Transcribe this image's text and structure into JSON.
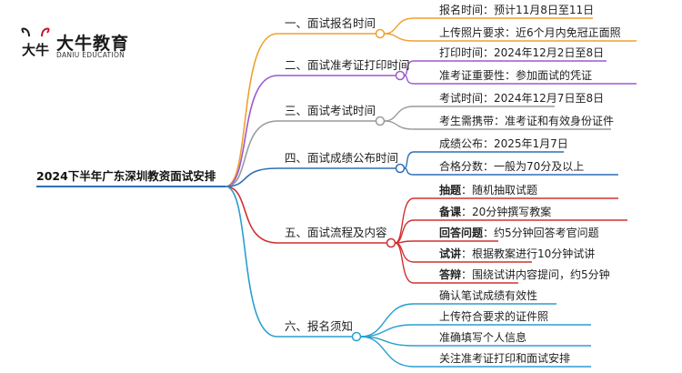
{
  "logo": {
    "mark_text": "大牛",
    "name": "大牛教育",
    "subtitle": "DANIU EDUCATION",
    "accent": "#c8102e"
  },
  "root": {
    "label": "2024下半年广东深圳教资面试安排"
  },
  "branches": [
    {
      "label": "一、面试报名时间",
      "color": "#f0a030",
      "leaves": [
        {
          "bold": "",
          "text": "报名时间：预计11月8日至11日"
        },
        {
          "bold": "",
          "text": "上传照片要求：近6个月内免冠正面照"
        }
      ]
    },
    {
      "label": "二、面试准考证打印时间",
      "color": "#9b59d0",
      "leaves": [
        {
          "bold": "",
          "text": "打印时间：2024年12月2日至8日"
        },
        {
          "bold": "",
          "text": "准考证重要性：参加面试的凭证"
        }
      ]
    },
    {
      "label": "三、面试考试时间",
      "color": "#9a9a9a",
      "leaves": [
        {
          "bold": "",
          "text": "考试时间：2024年12月7日至8日"
        },
        {
          "bold": "",
          "text": "考生需携带：准考证和有效身份证件"
        }
      ]
    },
    {
      "label": "四、面试成绩公布时间",
      "color": "#2e6fb5",
      "leaves": [
        {
          "bold": "",
          "text": "成绩公布：2025年1月7日"
        },
        {
          "bold": "",
          "text": "合格分数：一般为70分及以上"
        }
      ]
    },
    {
      "label": "五、面试流程及内容",
      "color": "#d03030",
      "leaves": [
        {
          "bold": "抽题",
          "text": "：随机抽取试题"
        },
        {
          "bold": "备课",
          "text": "：20分钟撰写教案"
        },
        {
          "bold": "回答问题",
          "text": "：约5分钟回答考官问题"
        },
        {
          "bold": "试讲",
          "text": "：根据教案进行10分钟试讲"
        },
        {
          "bold": "答辩",
          "text": "：围绕试讲内容提问，约5分钟"
        }
      ]
    },
    {
      "label": "六、报名须知",
      "color": "#2a9fd0",
      "leaves": [
        {
          "bold": "",
          "text": "确认笔试成绩有效性"
        },
        {
          "bold": "",
          "text": "上传符合要求的证件照"
        },
        {
          "bold": "",
          "text": "准确填写个人信息"
        },
        {
          "bold": "",
          "text": "关注准考证打印和面试安排"
        }
      ]
    }
  ]
}
